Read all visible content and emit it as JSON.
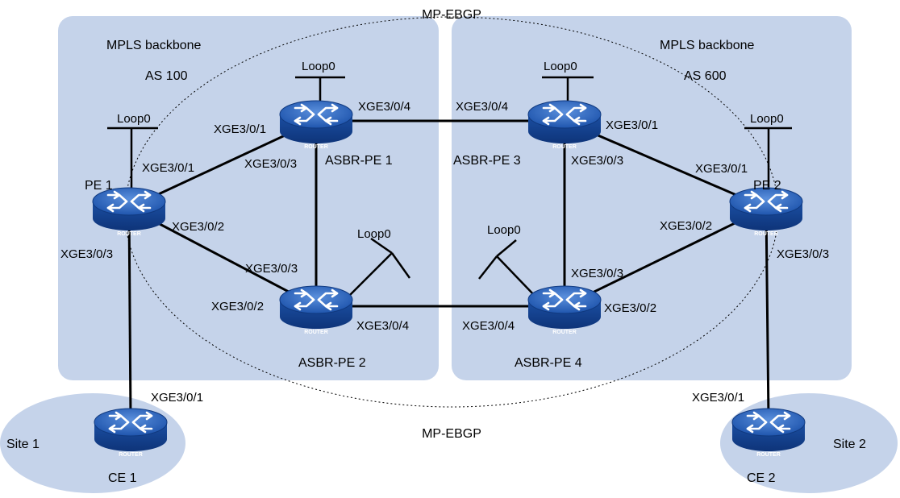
{
  "sessions": {
    "top": "MP-EBGP",
    "bottom": "MP-EBGP"
  },
  "as_left": {
    "backbone": "MPLS backbone",
    "as": "AS 100"
  },
  "as_right": {
    "backbone": "MPLS backbone",
    "as": "AS 600"
  },
  "sites": {
    "left": "Site 1",
    "right": "Site 2"
  },
  "router_badge": "ROUTER",
  "devices": {
    "pe1": "PE 1",
    "pe2": "PE 2",
    "asbr1": "ASBR-PE 1",
    "asbr2": "ASBR-PE 2",
    "asbr3": "ASBR-PE 3",
    "asbr4": "ASBR-PE 4",
    "ce1": "CE 1",
    "ce2": "CE 2"
  },
  "loopbacks": {
    "pe1": "Loop0",
    "asbr1": "Loop0",
    "asbr2": "Loop0",
    "asbr3": "Loop0",
    "asbr4": "Loop0",
    "pe2": "Loop0"
  },
  "interfaces": {
    "pe1_to_asbr1": "XGE3/0/1",
    "pe1_to_asbr2": "XGE3/0/2",
    "pe1_to_ce1": "XGE3/0/3",
    "asbr1_to_pe1": "XGE3/0/1",
    "asbr1_to_asbr2": "XGE3/0/3",
    "asbr1_to_asbr3": "XGE3/0/4",
    "asbr2_to_asbr1": "XGE3/0/3",
    "asbr2_to_pe1": "XGE3/0/2",
    "asbr2_to_asbr4": "XGE3/0/4",
    "asbr3_to_asbr1": "XGE3/0/4",
    "asbr3_to_pe2": "XGE3/0/1",
    "asbr3_to_asbr4": "XGE3/0/3",
    "asbr4_to_asbr3": "XGE3/0/3",
    "asbr4_to_pe2": "XGE3/0/2",
    "asbr4_to_asbr2": "XGE3/0/4",
    "pe2_to_asbr3": "XGE3/0/1",
    "pe2_to_asbr4": "XGE3/0/2",
    "pe2_to_ce2": "XGE3/0/3",
    "ce1_uplink": "XGE3/0/1",
    "ce2_uplink": "XGE3/0/1"
  },
  "colors": {
    "region_fill": "#c5d3ea",
    "site_fill": "#c5d3ea",
    "router_body": "#16489c",
    "router_top": "#3c74c8",
    "router_badge": "#ffffff"
  }
}
